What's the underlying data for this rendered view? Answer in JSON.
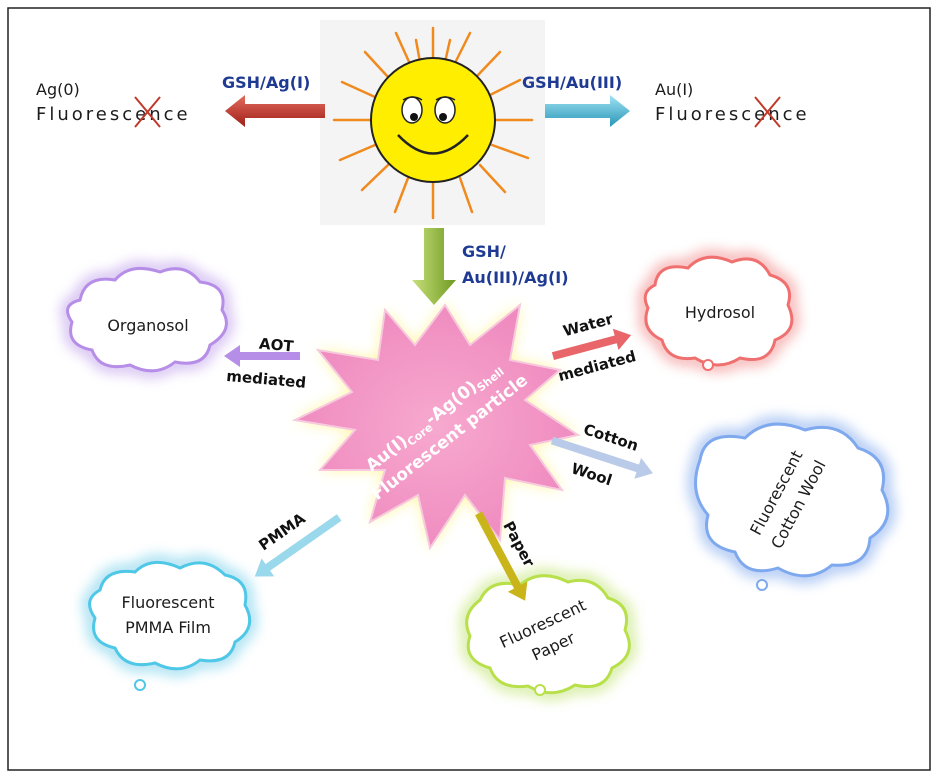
{
  "center": {
    "core_line": {
      "a": "Au(I)",
      "b": "Core",
      "c": "-Ag(0)",
      "d": "Shell"
    },
    "particle_line": "Fluorescent particle"
  },
  "top": {
    "left_arrow_label": "GSH/Ag(I)",
    "right_arrow_label": "GSH/Au(III)",
    "down_arrow_label_1": "GSH/",
    "down_arrow_label_2": "Au(III)/Ag(I)",
    "left_product": "Ag(0)",
    "right_product": "Au(I)",
    "fluorescence_text": "Fluorescence"
  },
  "branches": {
    "organosol": {
      "route_1": "AOT",
      "route_2": "mediated",
      "cloud": "Organosol"
    },
    "hydrosol": {
      "route_1": "Water",
      "route_2": "mediated",
      "cloud": "Hydrosol"
    },
    "cotton": {
      "route_1": "Cotton",
      "route_2": "Wool",
      "cloud_1": "Fluorescent",
      "cloud_2": "Cotton Wool"
    },
    "pmma": {
      "route": "PMMA",
      "cloud_1": "Fluorescent",
      "cloud_2": "PMMA Film"
    },
    "paper": {
      "route": "Paper",
      "cloud_1": "Fluorescent",
      "cloud_2": "Paper"
    }
  },
  "colors": {
    "sun_face": "#ffee00",
    "sun_rays": "#f08a1e",
    "star_fill": "#f29ac7",
    "star_glow": "#fff59a",
    "arrow_red": "#c0392b",
    "arrow_cyan": "#43b7d6",
    "arrow_green": "#8fbc3a",
    "cloud_purple": "#b68ee8",
    "cloud_red": "#f07070",
    "cloud_blue": "#7ea9ee",
    "cloud_cyan": "#4fc8e8",
    "cloud_green": "#b8e04a"
  }
}
